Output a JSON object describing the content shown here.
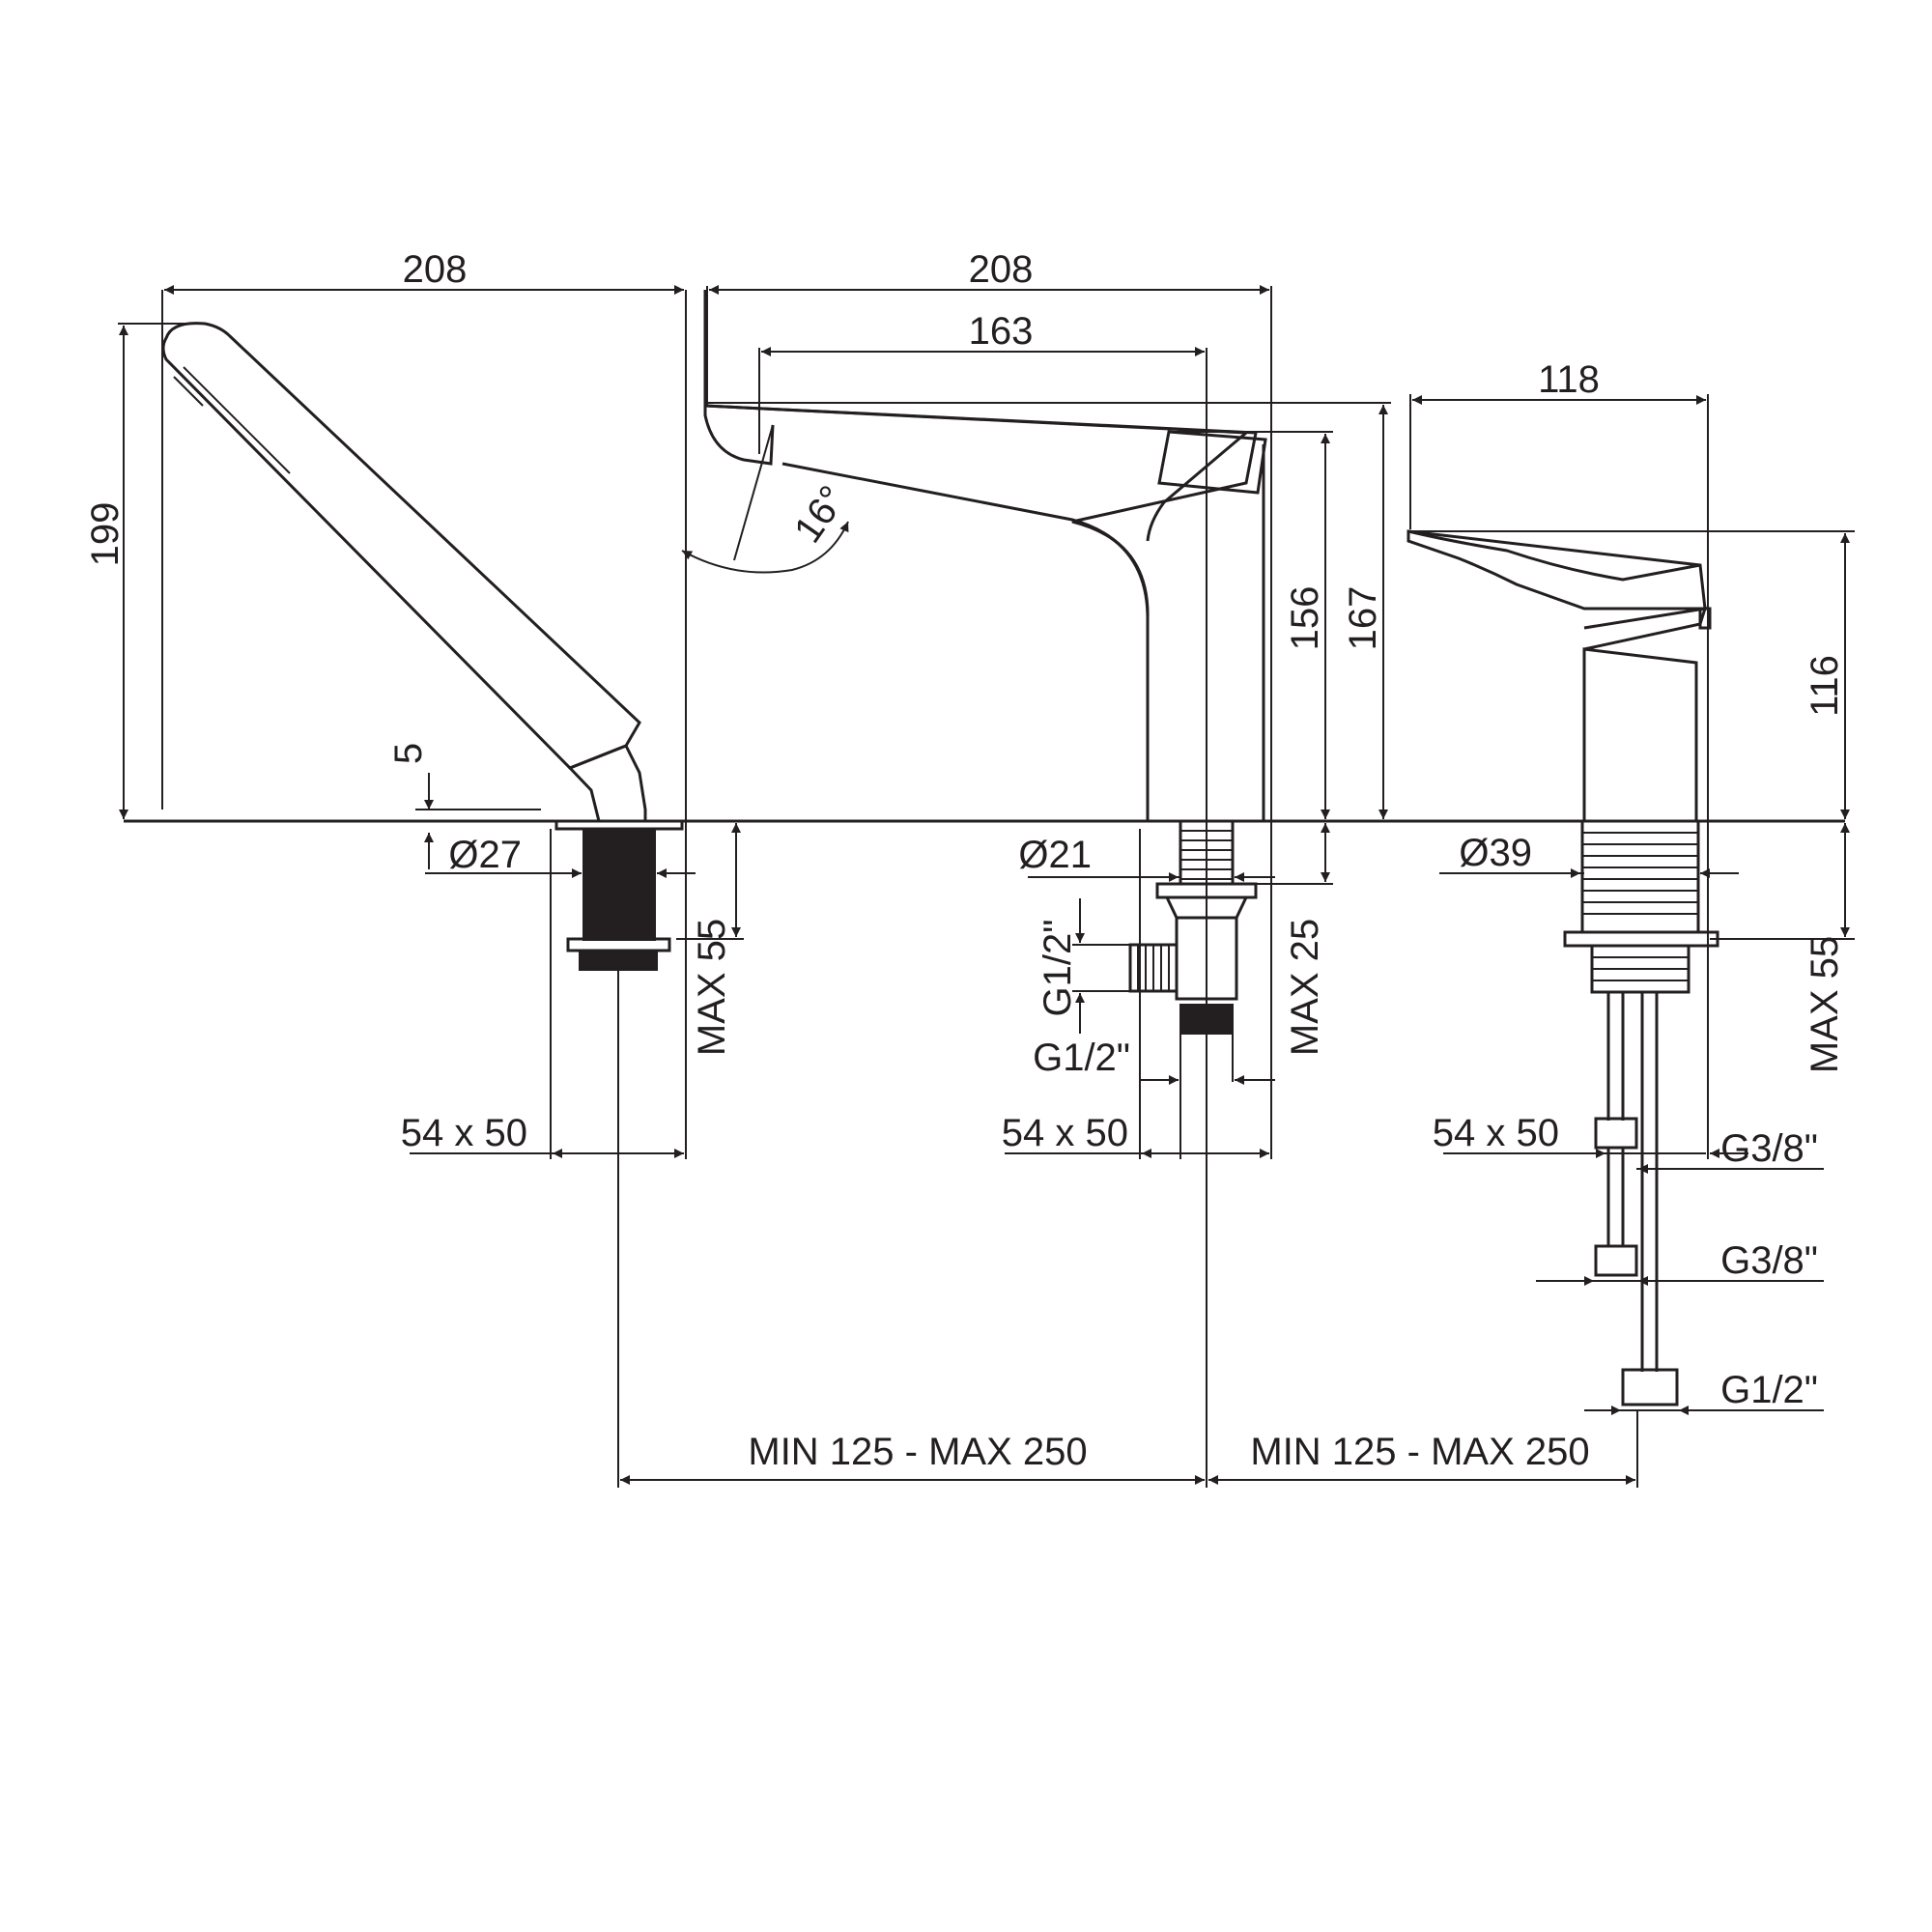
{
  "colors": {
    "line": "#231f20",
    "background": "#ffffff"
  },
  "dims": {
    "hand_shower_width": "208",
    "hand_shower_height": "199",
    "spout_width": "208",
    "spout_reach": "163",
    "spout_angle": "16°",
    "spout_height": "156",
    "spout_total_height": "167",
    "mixer_width": "118",
    "mixer_height": "116",
    "offset_5": "5",
    "dia_hand_shower": "Ø27",
    "dia_spout": "Ø21",
    "dia_mixer": "Ø39",
    "max_thickness_left": "MAX 55",
    "max_thickness_mid": "MAX 25",
    "max_thickness_right": "MAX 55",
    "conn_g12_side": "G1/2\"",
    "conn_g12_bottom": "G1/2\"",
    "hole_left": "54 x 50",
    "hole_mid": "54 x 50",
    "hole_right": "54 x 50",
    "hose_g38_top": "G3/8\"",
    "hose_g38_mid": "G3/8\"",
    "hose_g12": "G1/2\"",
    "spacing_left": "MIN 125 - MAX 250",
    "spacing_right": "MIN 125 - MAX 250"
  }
}
